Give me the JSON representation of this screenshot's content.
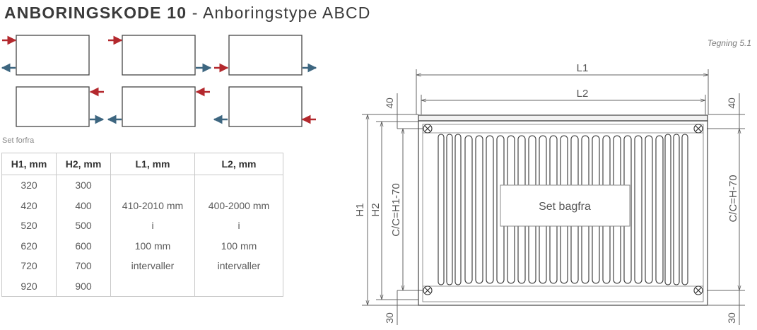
{
  "page": {
    "title_bold": "ANBORINGSKODE 10",
    "title_rest": " - Anboringstype ABCD",
    "drawing_ref": "Tegning 5.1",
    "front_label": "Set forfra"
  },
  "colors": {
    "inlet_arrow": "#b3282d",
    "outlet_arrow": "#3d6680",
    "line": "#555555"
  },
  "table": {
    "headers": [
      "H1, mm",
      "H2, mm",
      "L1, mm",
      "L2, mm"
    ],
    "h1": [
      "320",
      "420",
      "520",
      "620",
      "720",
      "920"
    ],
    "h2": [
      "300",
      "400",
      "500",
      "600",
      "700",
      "900"
    ],
    "l1": [
      "",
      "410-2010 mm",
      "i",
      "100 mm",
      "intervaller",
      ""
    ],
    "l2": [
      "",
      "400-2000 mm",
      "i",
      "100 mm",
      "intervaller",
      ""
    ]
  },
  "drawing": {
    "dim_l1": "L1",
    "dim_l2": "L2",
    "dim_h1": "H1",
    "dim_h2": "H2",
    "dim_cc_left": "C/C=H1-70",
    "dim_cc_right": "C/C=H-70",
    "dim_top_left": "40",
    "dim_top_right": "40",
    "dim_bottom_left": "30",
    "dim_bottom_right": "30",
    "back_label": "Set bagfra"
  }
}
